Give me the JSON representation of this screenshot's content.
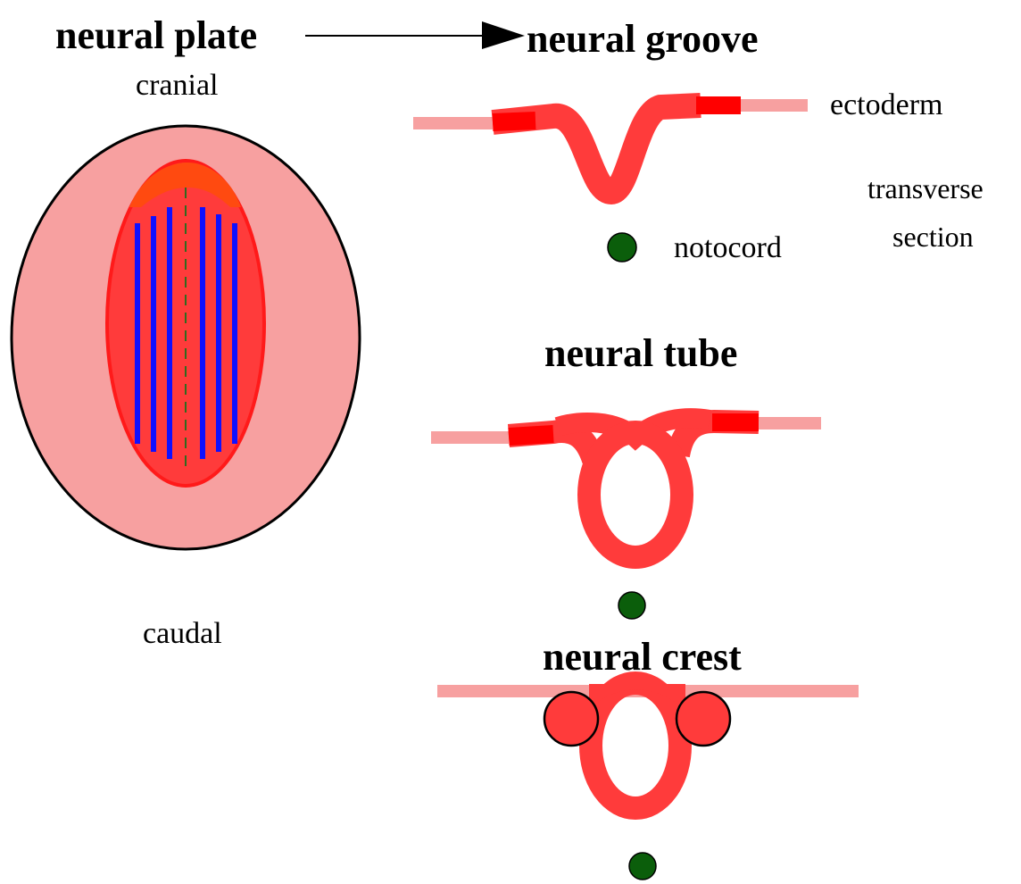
{
  "titles": {
    "neural_plate": "neural plate",
    "neural_groove": "neural groove",
    "neural_tube": "neural tube",
    "neural_crest": "neural crest"
  },
  "labels": {
    "cranial": "cranial",
    "caudal": "caudal",
    "ectoderm": "ectoderm",
    "transverse": "transverse",
    "section": "section",
    "notocord": "notocord"
  },
  "colors": {
    "ectoderm_pale": "#f7a0a0",
    "neural_tissue": "#ff3b3b",
    "neural_border": "#ff2020",
    "neural_fold_edge": "#ff0000",
    "plate_top_orange": "#ff4a10",
    "blue_stripes": "#1010ff",
    "notochord_green": "#0b5e0b",
    "midline_dash": "#2f6b1f"
  }
}
